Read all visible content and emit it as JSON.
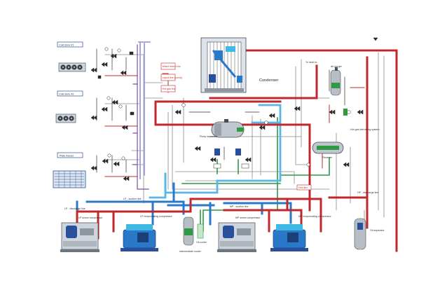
{
  "colors": {
    "discharge": "#c0282d",
    "suction": "#2a78c8",
    "suction_light": "#58b7e6",
    "liquid": "#2f9a45",
    "oil": "#7f4fa3",
    "water": "#9c9ce0",
    "equipment_blue": "#2a4f9c",
    "tank_grey": "#b7bec6",
    "accent_cyan": "#33c2e6"
  },
  "cold_stores": [
    {
      "label": "Cold store #1"
    },
    {
      "label": "Cold store #2"
    },
    {
      "label": "Plate freezer"
    }
  ],
  "condenser": {
    "label": "Condenser"
  },
  "pump_separator": {
    "label": "Pump separator"
  },
  "receiver": {
    "label": "Receiver"
  },
  "air_purger": {
    "label": "Air purger"
  },
  "defrost_system": {
    "label": "Hot gas defrosting system"
  },
  "to_heat_exchanger": {
    "label": "To heat ex."
  },
  "callouts": [
    {
      "label": "Water return line"
    },
    {
      "label": "Liquid line (pump)"
    },
    {
      "label": "Hot gas line"
    },
    {
      "label": "Vent line"
    }
  ],
  "lines": {
    "lp_discharge": "LP - discharge line",
    "lp_suction": "LP - suction line",
    "mp_suction": "MP - suction line",
    "hp_discharge": "HP - discharge line"
  },
  "compressors": [
    {
      "label": "LP screw compressor"
    },
    {
      "label": "LP reciprocating compressor"
    },
    {
      "label": "MP screw compressor"
    },
    {
      "label": "MP reciprocating compressor"
    }
  ],
  "intermediate_cooler": {
    "label": "Intermediate cooler"
  },
  "oil_cooler": {
    "label": "Oil cooler"
  },
  "oil_separator": {
    "label": "Oil separator"
  }
}
